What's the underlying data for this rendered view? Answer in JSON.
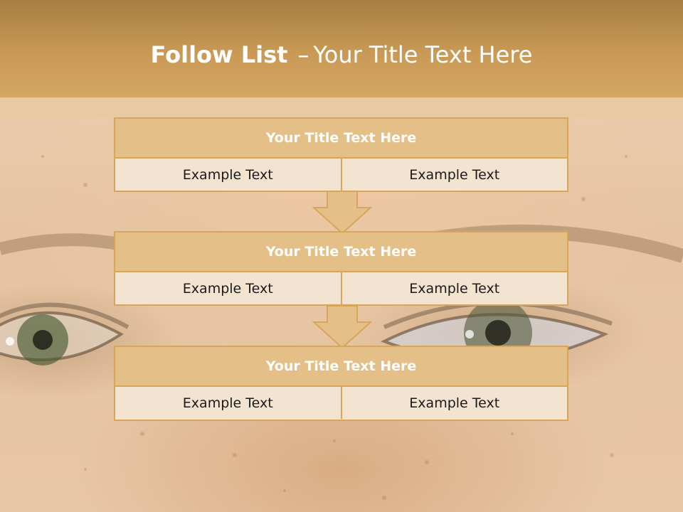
{
  "slide": {
    "title_bold": "Follow List",
    "title_dash": "–",
    "title_rest": "Your Title Text Here"
  },
  "steps": [
    {
      "title": "Your Title Text Here",
      "left": "Example Text",
      "right": "Example Text"
    },
    {
      "title": "Your Title Text Here",
      "left": "Example Text",
      "right": "Example Text"
    },
    {
      "title": "Your Title Text Here",
      "left": "Example Text",
      "right": "Example Text"
    }
  ],
  "colors": {
    "header": "#c99a55",
    "box_header": "#e4bf87",
    "box_border": "#d8a55c",
    "box_body": "#f3e3d1"
  },
  "background": {
    "icon": "face-eyes-photo"
  }
}
